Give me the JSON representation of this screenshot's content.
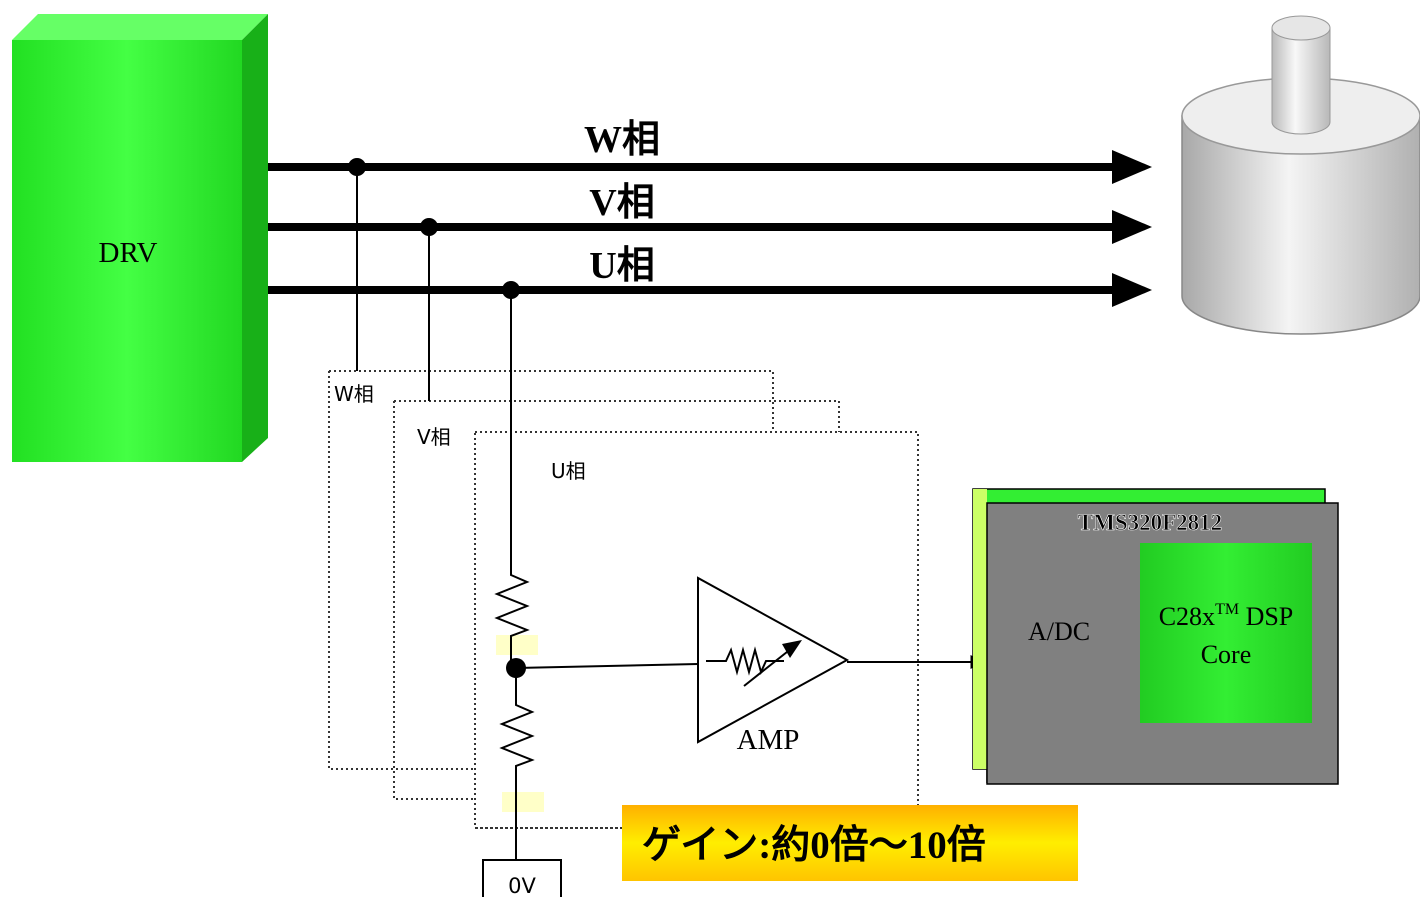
{
  "driver": {
    "label": "DRV"
  },
  "phase_lines": [
    {
      "label": "W相"
    },
    {
      "label": "V相"
    },
    {
      "label": "U相"
    }
  ],
  "phase_boards": [
    {
      "label": "W相"
    },
    {
      "label": "V相"
    },
    {
      "label": "U相"
    }
  ],
  "amp": {
    "label": "AMP"
  },
  "ground": {
    "label": "0V"
  },
  "dsp": {
    "chip_label": "TMS320F2812",
    "adc_label": "A/DC",
    "core_line1_prefix": "C28x",
    "core_line1_sup": "TM",
    "core_line1_suffix": " DSP",
    "core_line2": "Core"
  },
  "gain_note": {
    "label": "ゲイン:約0倍～10倍"
  },
  "colors": {
    "driver_green": "#33ee33",
    "chip_gray": "#808080",
    "core_green": "#22cc22",
    "gain_yellow": "#ffd700",
    "wire": "#000000"
  }
}
